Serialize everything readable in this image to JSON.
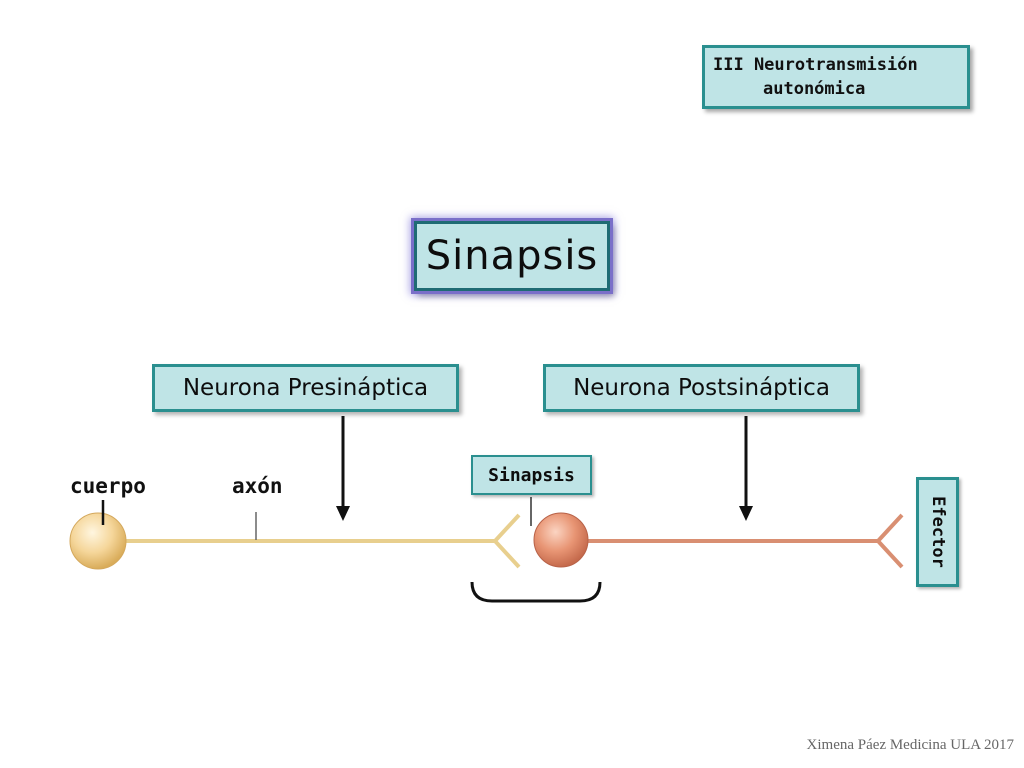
{
  "topic": {
    "line1": "III Neurotransmisión",
    "line2": "autonómica"
  },
  "title": "Sinapsis",
  "labels": {
    "presynaptic": "Neurona Presináptica",
    "postsynaptic": "Neurona Postsináptica",
    "synapse": "Sinapsis",
    "effector": "Efector",
    "body": "cuerpo",
    "axon": "axón"
  },
  "colors": {
    "box_fill": "#bfe4e6",
    "box_border": "#2a8f8f",
    "presynaptic_neuron": "#f2d08c",
    "postsynaptic_neuron": "#e0896a"
  },
  "credit": "Ximena Páez Medicina ULA 2017"
}
